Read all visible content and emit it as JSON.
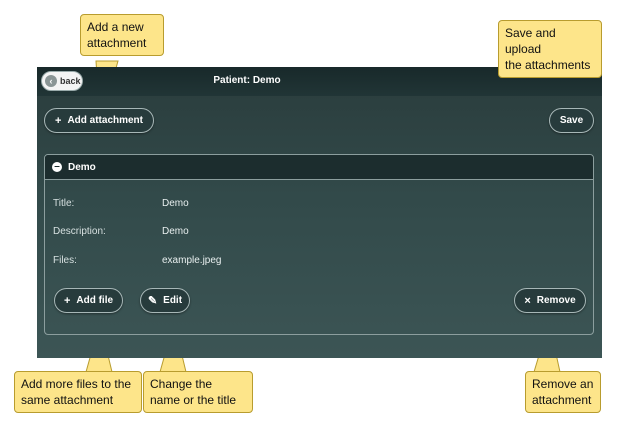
{
  "header": {
    "back_label": "back",
    "title": "Patient: Demo"
  },
  "toolbar": {
    "add_attachment_label": "Add attachment",
    "save_label": "Save"
  },
  "attachment": {
    "name": "Demo",
    "fields": [
      {
        "label": "Title:",
        "value": "Demo"
      },
      {
        "label": "Description:",
        "value": "Demo"
      },
      {
        "label": "Files:",
        "value": "example.jpeg"
      }
    ],
    "add_file_label": "Add file",
    "edit_label": "Edit",
    "remove_label": "Remove"
  },
  "callouts": {
    "add_attachment": [
      "Add a new",
      "attachment"
    ],
    "save": [
      "Save and upload",
      "the attachments"
    ],
    "add_file": [
      "Add more files to the",
      "same attachment"
    ],
    "edit": [
      "Change the",
      "name or the title"
    ],
    "remove": [
      "Remove an",
      "attachment"
    ]
  },
  "colors": {
    "callout_fill": "#fde58a",
    "callout_border": "#b89c2e",
    "app_bg": "#324a4a",
    "header_bg": "#18292a"
  },
  "icons": {
    "back": "chevron-left-circle-icon",
    "add": "plus-icon",
    "collapse": "minus-circle-icon",
    "edit": "pencil-icon",
    "remove": "x-icon"
  }
}
